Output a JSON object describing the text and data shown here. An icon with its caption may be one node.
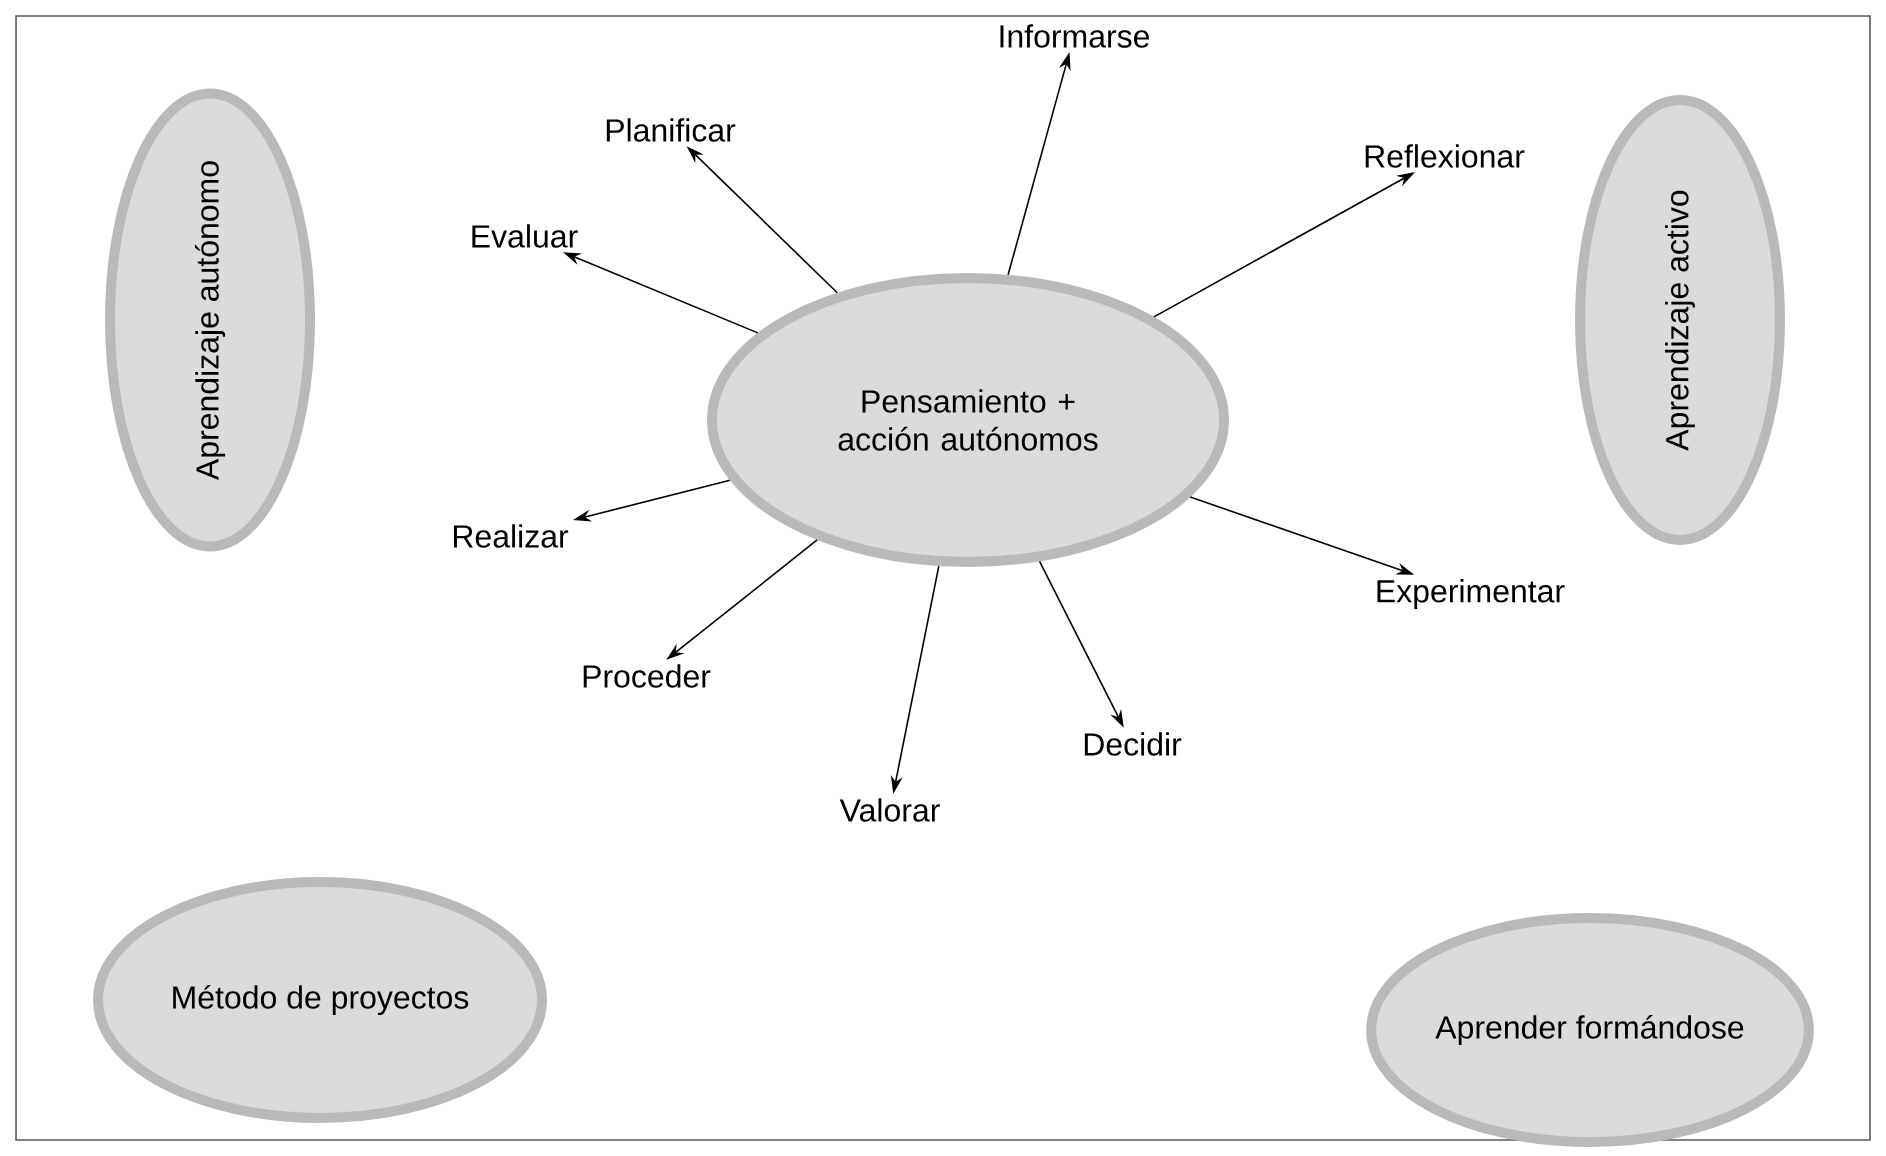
{
  "diagram": {
    "nodes": [
      {
        "text": [
          "Aprendizaje autónomo"
        ]
      },
      {
        "text": [
          "Informarse"
        ]
      },
      {
        "text": [
          "Planificar"
        ]
      },
      {
        "text": [
          "Reflexionar"
        ]
      },
      {
        "text": [
          "Aprendizaje activo"
        ]
      },
      {
        "text": [
          "Evaluar"
        ]
      },
      {
        "text": [
          "Pensamiento + acción autónomos"
        ]
      },
      {
        "text": [
          "Realizar"
        ]
      },
      {
        "text": [
          "Experimentar"
        ]
      },
      {
        "text": [
          "Proceder"
        ]
      },
      {
        "text": [
          "Decidir"
        ]
      },
      {
        "text": [
          "Valorar"
        ]
      },
      {
        "text": [
          "Método de proyectos"
        ]
      },
      {
        "text": [
          "Aprender formándose"
        ]
      }
    ],
    "edges": [
      {
        "from": 6,
        "to": 1,
        "arrow": "to"
      },
      {
        "from": 6,
        "to": 2,
        "arrow": "to"
      },
      {
        "from": 6,
        "to": 3,
        "arrow": "to"
      },
      {
        "from": 6,
        "to": 5,
        "arrow": "to"
      },
      {
        "from": 6,
        "to": 7,
        "arrow": "to"
      },
      {
        "from": 6,
        "to": 8,
        "arrow": "to"
      },
      {
        "from": 6,
        "to": 9,
        "arrow": "to"
      },
      {
        "from": 6,
        "to": 10,
        "arrow": "to"
      },
      {
        "from": 6,
        "to": 11,
        "arrow": "to"
      }
    ]
  }
}
